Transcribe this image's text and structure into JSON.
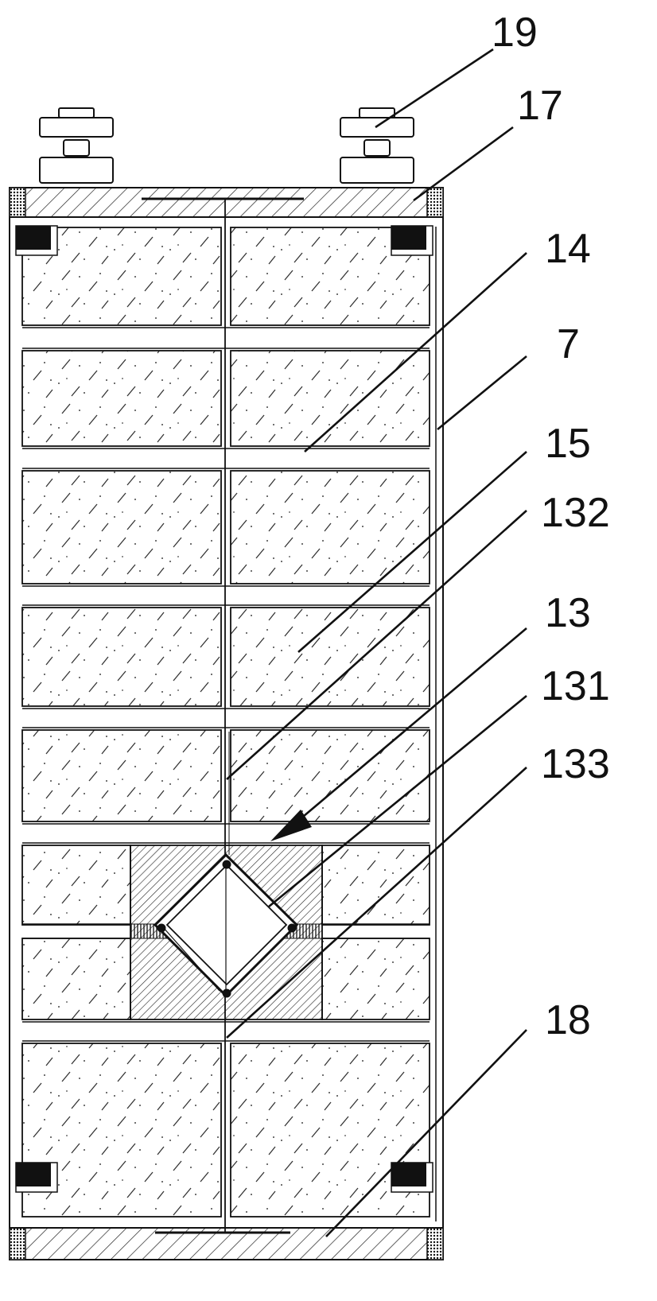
{
  "labels": {
    "l19": "19",
    "l17": "17",
    "l14": "14",
    "l7": "7",
    "l15": "15",
    "l132": "132",
    "l13": "13",
    "l131": "131",
    "l133": "133",
    "l18": "18"
  }
}
